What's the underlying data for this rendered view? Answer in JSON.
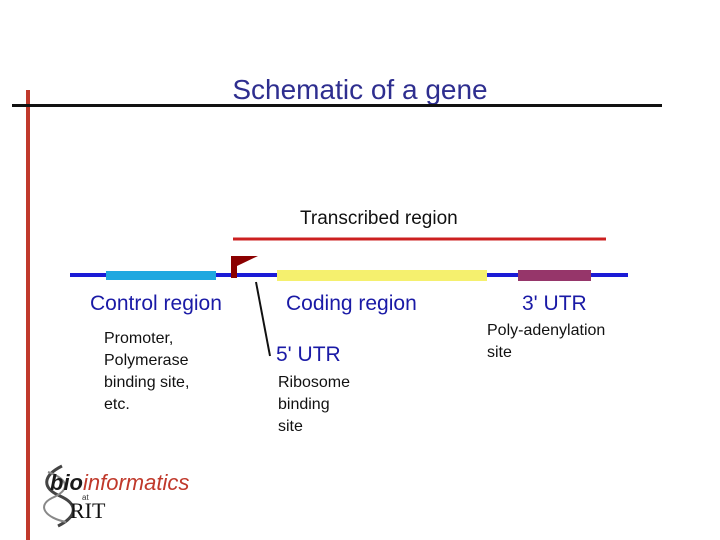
{
  "slide": {
    "title": "Schematic of a gene"
  },
  "diagram": {
    "transcribed_label": "Transcribed region",
    "control_region": {
      "label": "Control region",
      "description": "Promoter,\nPolymerase\nbinding site,\netc."
    },
    "coding_region": {
      "label": "Coding region"
    },
    "utr5": {
      "label": "5' UTR",
      "description": "Ribosome\nbinding\nsite"
    },
    "utr3": {
      "label": "3' UTR",
      "description": "Poly-adenylation\nsite"
    },
    "colors": {
      "dna_line": "#1b1bd6",
      "control_segment": "#1fa8e0",
      "coding_segment": "#f5f06e",
      "utr3_segment": "#96366a",
      "transcribed_line": "#cc2020",
      "start_flag": "#8b0000",
      "title_rule": "#111111",
      "side_bar": "#c0392b"
    }
  },
  "logo": {
    "bio": "bio",
    "informatics": "informatics",
    "at": "at",
    "rit": "RIT"
  }
}
